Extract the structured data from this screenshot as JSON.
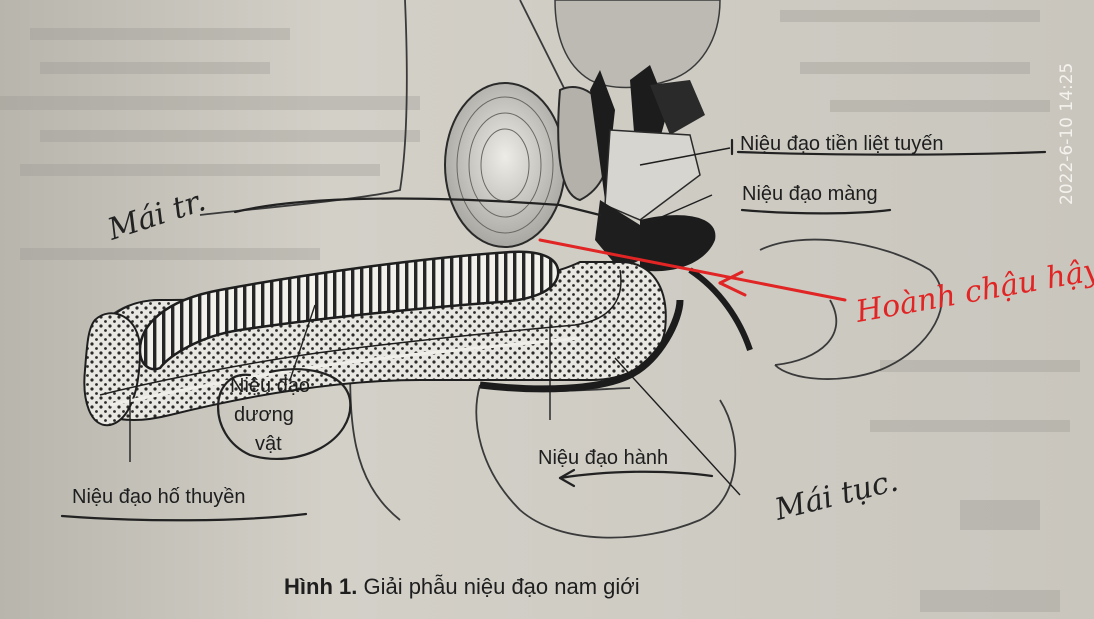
{
  "colors": {
    "paper": "#cfccc4",
    "ink": "#1e1e1e",
    "pen_red": "#e12424",
    "stamp": "#f4f2ec"
  },
  "stamp": {
    "date_time": "2022-6-10 14:25"
  },
  "figure": {
    "caption_bold": "Hình 1.",
    "caption_rest": " Giải phẫu niệu đạo nam giới",
    "labels": {
      "prostatic": "Niệu đạo tiền liệt tuyến",
      "membranous": "Niệu đạo màng",
      "penile_line1": "Niệu đạo",
      "penile_line2": "dương",
      "penile_line3": "vật",
      "fossa": "Niệu đạo hố thuyền",
      "bulbar": "Niệu đạo hành"
    }
  },
  "annotations": {
    "handwritten_left": "Mái tr.",
    "handwritten_right": "Mái tục.",
    "handwritten_red": "Hoành chậu hậy."
  }
}
